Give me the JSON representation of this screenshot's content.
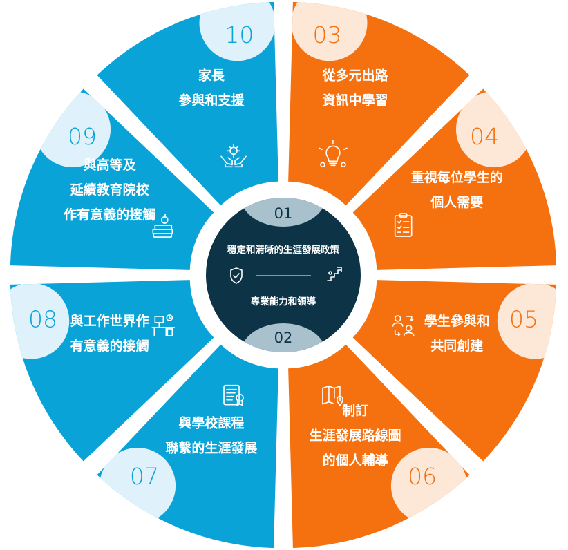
{
  "colors": {
    "blue": "#0aa3d8",
    "orange": "#f5700f",
    "blue_tab": "#dff1fb",
    "orange_tab": "#fde7d6",
    "blue_num": "#0aa3d8",
    "orange_num": "#f5700f",
    "center": "#0d3346",
    "center_band": "#a9c0cd"
  },
  "center": {
    "top_number": "01",
    "bottom_number": "02",
    "line1": "穩定和清晰的生涯發展政策",
    "line2": "專業能力和領導",
    "left_icon": "shield-check-icon",
    "right_icon": "growth-steps-icon"
  },
  "segments": [
    {
      "number": "03",
      "label_lines": [
        "從多元出路",
        "資訊中學習"
      ],
      "icon": "lightbulb-gears-icon",
      "color": "orange"
    },
    {
      "number": "04",
      "label_lines": [
        "重視每位學生的",
        "個人需要"
      ],
      "icon": "clipboard-checklist-icon",
      "color": "orange"
    },
    {
      "number": "05",
      "label_lines": [
        "學生參與和",
        "共同創建"
      ],
      "icon": "users-exchange-icon",
      "color": "orange"
    },
    {
      "number": "06",
      "label_lines": [
        "制訂",
        "生涯發展路線圖",
        "的個人輔導"
      ],
      "icon": "map-pin-icon",
      "color": "orange"
    },
    {
      "number": "07",
      "label_lines": [
        "與學校課程",
        "聯繫的生涯發展"
      ],
      "icon": "certificate-icon",
      "color": "blue"
    },
    {
      "number": "08",
      "label_lines": [
        "與工作世界作",
        "有意義的接觸"
      ],
      "icon": "office-desk-icon",
      "color": "blue"
    },
    {
      "number": "09",
      "label_lines": [
        "與高等及",
        "延續教育院校",
        "作有意義的接觸"
      ],
      "icon": "books-apple-icon",
      "color": "blue"
    },
    {
      "number": "10",
      "label_lines": [
        "家長",
        "參與和支援"
      ],
      "icon": "hands-gear-icon",
      "color": "blue"
    }
  ]
}
